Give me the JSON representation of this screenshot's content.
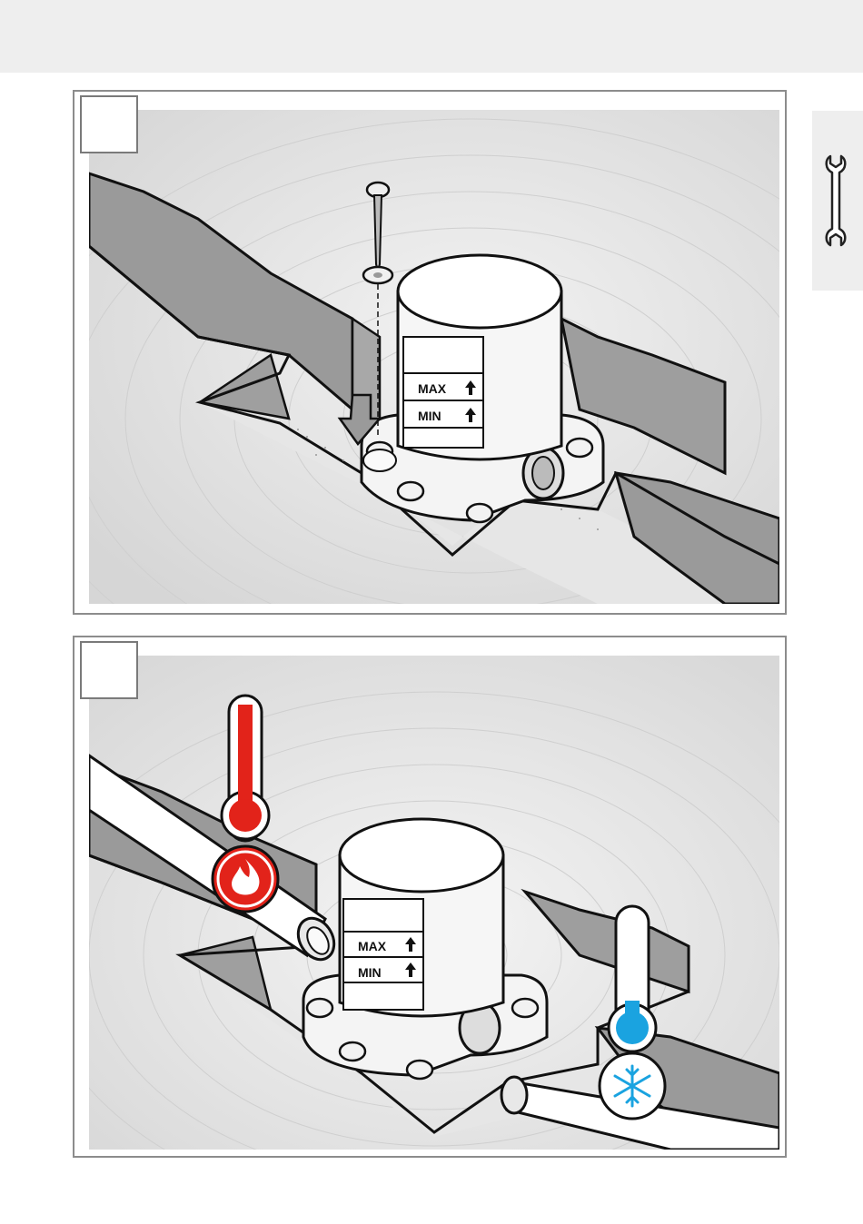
{
  "page": {
    "side_tab_icon": "wrench-icon"
  },
  "figure_1": {
    "step_number": "",
    "valve_label_max": "MAX",
    "valve_label_min": "MIN",
    "icons": [
      "screw-icon",
      "washer-icon",
      "down-arrow-icon",
      "up-arrow-icon"
    ]
  },
  "figure_2": {
    "step_number": "",
    "valve_label_max": "MAX",
    "valve_label_min": "MIN",
    "icons": [
      "hot-thermometer-icon",
      "flame-icon",
      "cold-thermometer-icon",
      "snowflake-icon"
    ],
    "colors": {
      "hot": "#e2231a",
      "cold": "#1aa3e0"
    }
  }
}
